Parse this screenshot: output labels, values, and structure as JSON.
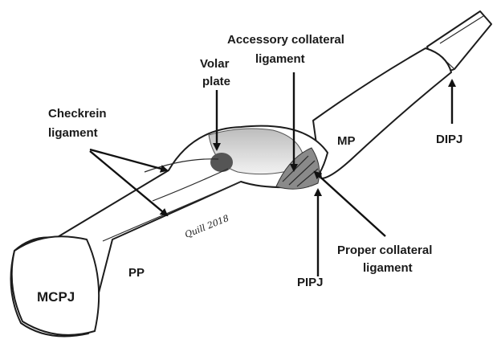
{
  "labels": {
    "accessory_collateral_1": "Accessory collateral",
    "accessory_collateral_2": "ligament",
    "volar_plate_1": "Volar",
    "volar_plate_2": "plate",
    "checkrein_1": "Checkrein",
    "checkrein_2": "ligament",
    "mp": "MP",
    "dipj": "DIPJ",
    "pp": "PP",
    "mcpj": "MCPJ",
    "pipj": "PIPJ",
    "proper_collateral_1": "Proper collateral",
    "proper_collateral_2": "ligament"
  },
  "signature": "Quill 2018"
}
